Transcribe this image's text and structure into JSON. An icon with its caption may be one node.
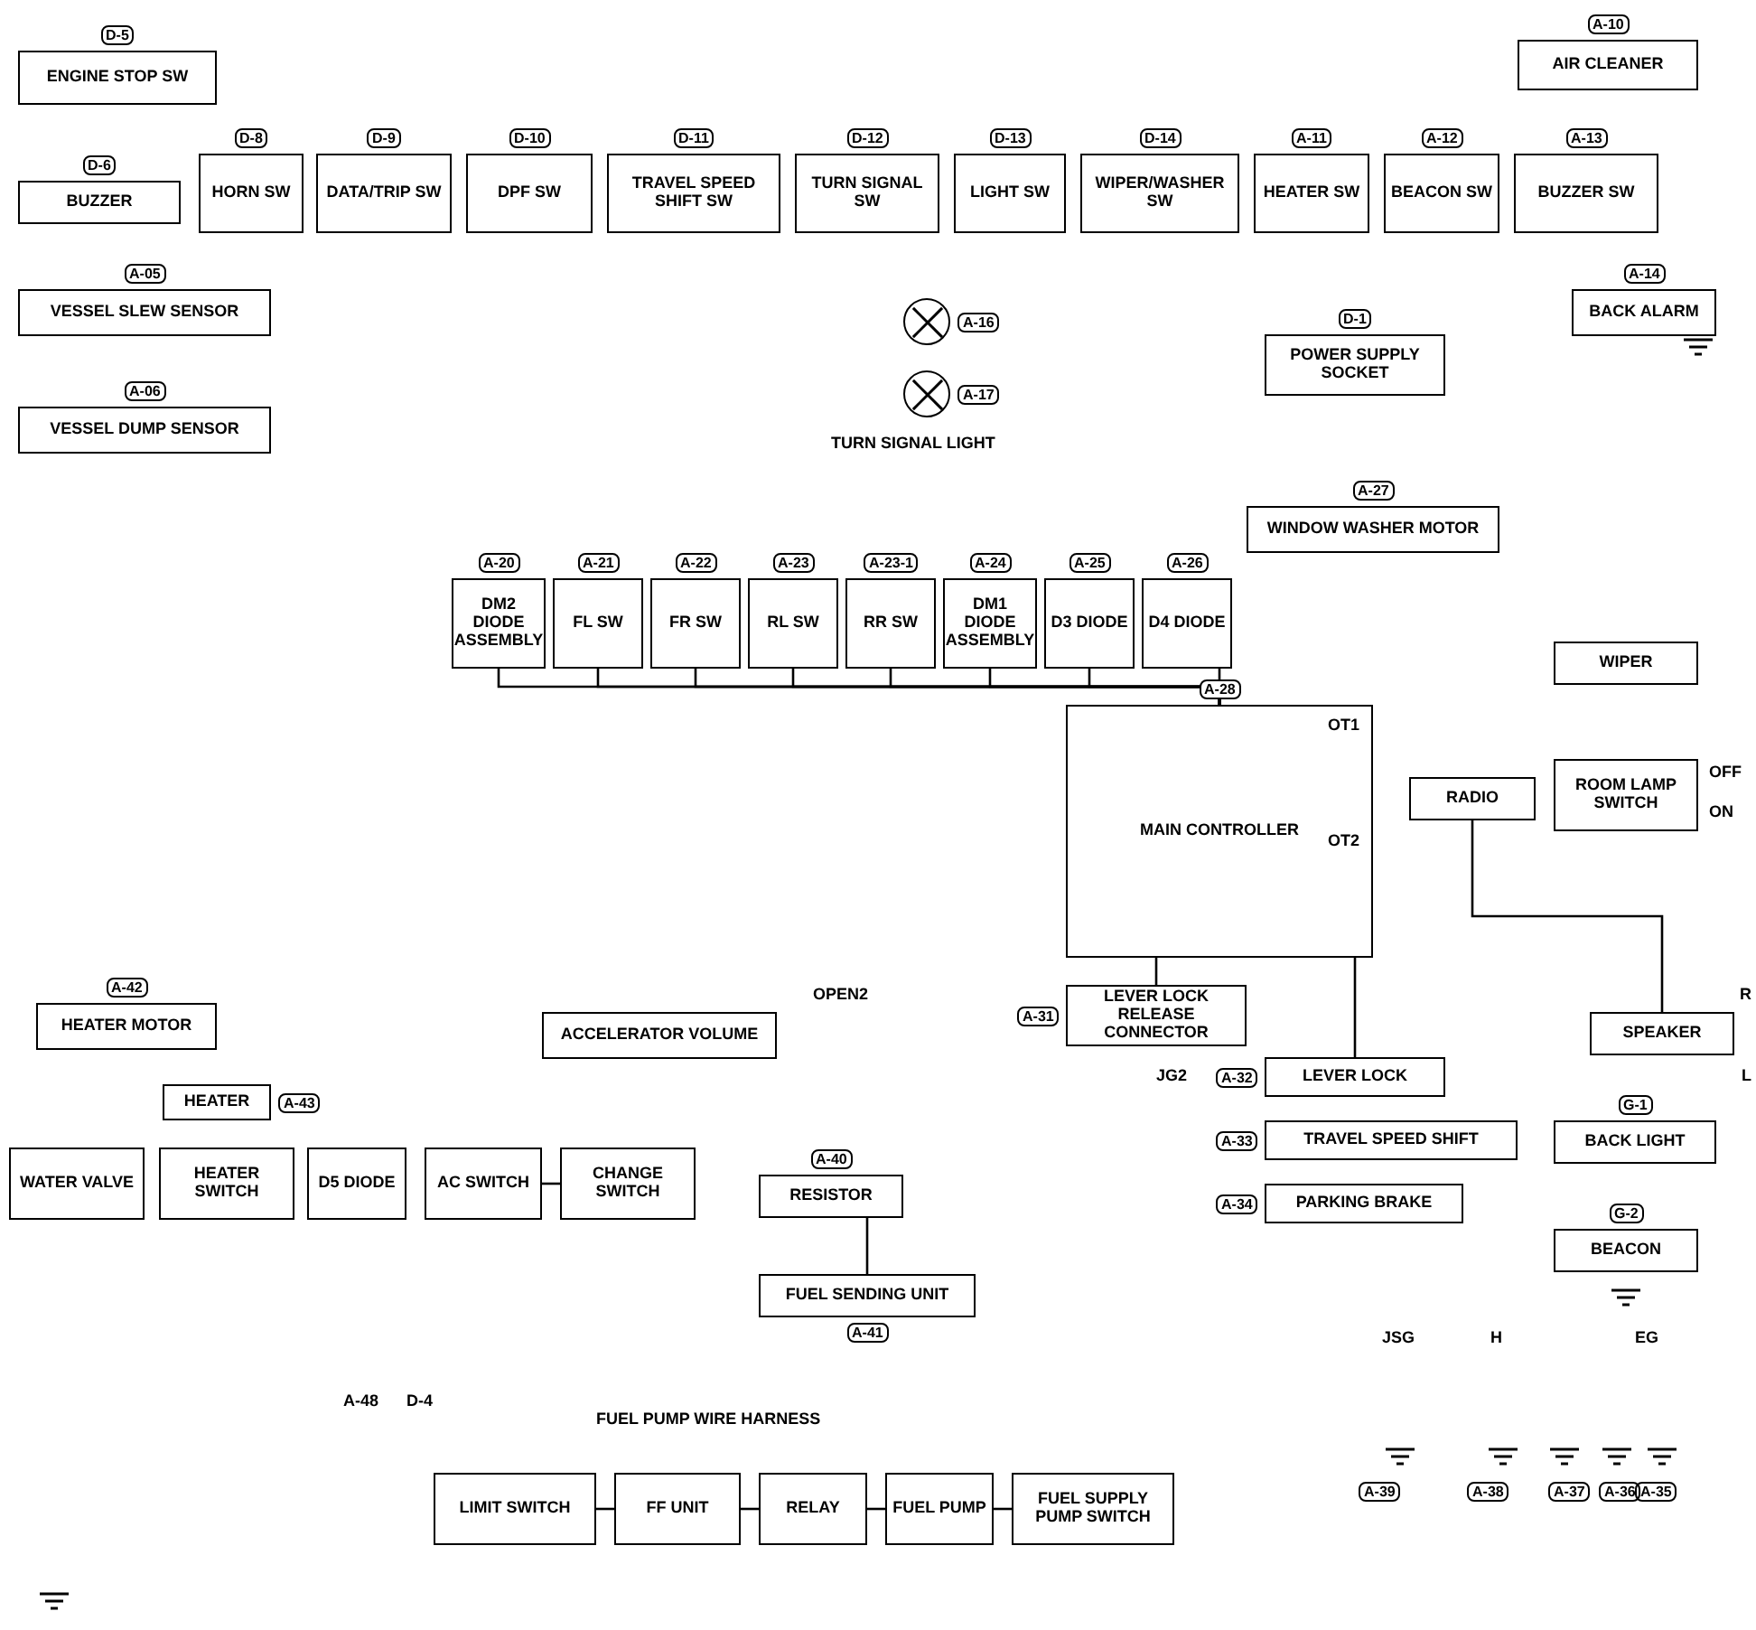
{
  "diagram": {
    "nodes": [
      {
        "text": [
          "ENGINE STOP SW"
        ],
        "beside": [
          "D-5"
        ]
      },
      {
        "text": [
          "BUZZER"
        ],
        "beside": [
          "D-6"
        ]
      },
      {
        "text": [
          "HORN SW"
        ],
        "beside": [
          "D-8"
        ]
      },
      {
        "text": [
          "DATA/TRIP SW"
        ],
        "beside": [
          "D-9"
        ]
      },
      {
        "text": [
          "DPF SW"
        ],
        "beside": [
          "D-10"
        ]
      },
      {
        "text": [
          "TRAVEL SPEED SHIFT SW"
        ],
        "beside": [
          "D-11"
        ]
      },
      {
        "text": [
          "TURN SIGNAL SW"
        ],
        "beside": [
          "D-12"
        ]
      },
      {
        "text": [
          "LIGHT SW"
        ],
        "beside": [
          "D-13"
        ]
      },
      {
        "text": [
          "WIPER/WASHER SW"
        ],
        "beside": [
          "D-14"
        ]
      },
      {
        "text": [
          "HEATER SW"
        ],
        "beside": [
          "A-11"
        ]
      },
      {
        "text": [
          "BEACON SW"
        ],
        "beside": [
          "A-12"
        ]
      },
      {
        "text": [
          "BUZZER SW"
        ],
        "beside": [
          "A-13"
        ]
      },
      {
        "text": [
          "AIR CLEANER"
        ],
        "beside": [
          "A-10"
        ]
      },
      {
        "text": [
          "VESSEL SLEW SENSOR"
        ],
        "beside": [
          "A-05"
        ]
      },
      {
        "text": [
          "VESSEL DUMP SENSOR"
        ],
        "beside": [
          "A-06"
        ]
      },
      {
        "text": [
          "BACK ALARM"
        ],
        "beside": [
          "A-14"
        ]
      },
      {
        "text": [
          "POWER SUPPLY SOCKET"
        ],
        "beside": [
          "D-1"
        ]
      },
      {
        "text": [],
        "shape": "circle",
        "beside": [
          "A-16"
        ]
      },
      {
        "text": [],
        "shape": "circle",
        "beside": [
          "A-17"
        ]
      },
      {
        "text": [
          "WINDOW WASHER MOTOR"
        ],
        "beside": [
          "A-27"
        ]
      },
      {
        "text": [
          "WIPER"
        ]
      },
      {
        "text": [
          "MAIN CONTROLLER"
        ],
        "beside": [
          "A-28"
        ]
      },
      {
        "text": [
          "DM2 DIODE ASSEMBLY"
        ],
        "beside": [
          "A-20"
        ]
      },
      {
        "text": [
          "FL SW"
        ],
        "beside": [
          "A-21"
        ]
      },
      {
        "text": [
          "FR SW"
        ],
        "beside": [
          "A-22"
        ]
      },
      {
        "text": [
          "RL SW"
        ],
        "beside": [
          "A-23"
        ]
      },
      {
        "text": [
          "RR SW"
        ],
        "beside": [
          "A-23-1"
        ]
      },
      {
        "text": [
          "DM1 DIODE ASSEMBLY"
        ],
        "beside": [
          "A-24"
        ]
      },
      {
        "text": [
          "D3 DIODE"
        ],
        "beside": [
          "A-25"
        ]
      },
      {
        "text": [
          "D4 DIODE"
        ],
        "beside": [
          "A-26"
        ]
      },
      {
        "text": [
          "RADIO"
        ]
      },
      {
        "text": [
          "ROOM LAMP SWITCH"
        ]
      },
      {
        "text": [
          "SPEAKER"
        ]
      },
      {
        "text": [
          "LEVER LOCK RELEASE CONNECTOR"
        ],
        "beside": [
          "A-31"
        ]
      },
      {
        "text": [
          "LEVER LOCK"
        ],
        "beside": [
          "A-32"
        ]
      },
      {
        "text": [
          "TRAVEL SPEED SHIFT"
        ],
        "beside": [
          "A-33"
        ]
      },
      {
        "text": [
          "PARKING BRAKE"
        ],
        "beside": [
          "A-34"
        ]
      },
      {
        "text": [
          "BACK LIGHT"
        ],
        "beside": [
          "G-1"
        ]
      },
      {
        "text": [
          "BEACON"
        ],
        "beside": [
          "G-2"
        ]
      },
      {
        "text": [
          "HEATER MOTOR"
        ],
        "beside": [
          "A-42"
        ]
      },
      {
        "text": [
          "HEATER"
        ],
        "beside": [
          "A-43"
        ]
      },
      {
        "text": [
          "WATER VALVE"
        ]
      },
      {
        "text": [
          "HEATER SWITCH"
        ]
      },
      {
        "text": [
          "D5 DIODE"
        ]
      },
      {
        "text": [
          "AC SWITCH"
        ]
      },
      {
        "text": [
          "CHANGE SWITCH"
        ]
      },
      {
        "text": [
          "ACCELERATOR VOLUME"
        ]
      },
      {
        "text": [
          "RESISTOR"
        ],
        "beside": [
          "A-40"
        ]
      },
      {
        "text": [
          "FUEL SENDING UNIT"
        ],
        "beside": [
          "A-41"
        ]
      },
      {
        "text": [
          "LIMIT SWITCH"
        ]
      },
      {
        "text": [
          "FF UNIT"
        ]
      },
      {
        "text": [
          "RELAY"
        ]
      },
      {
        "text": [
          "FUEL PUMP"
        ]
      },
      {
        "text": [
          "FUEL SUPPLY PUMP SWITCH"
        ]
      }
    ],
    "edges": [
      {
        "from": 22,
        "to": 21,
        "arrow": "none"
      },
      {
        "from": 23,
        "to": 21,
        "arrow": "none"
      },
      {
        "from": 24,
        "to": 21,
        "arrow": "none"
      },
      {
        "from": 25,
        "to": 21,
        "arrow": "none"
      },
      {
        "from": 26,
        "to": 21,
        "arrow": "none"
      },
      {
        "from": 27,
        "to": 21,
        "arrow": "none"
      },
      {
        "from": 28,
        "to": 21,
        "arrow": "none"
      },
      {
        "from": 29,
        "to": 21,
        "arrow": "none"
      },
      {
        "from": 21,
        "to": 33,
        "arrow": "none"
      },
      {
        "from": 21,
        "to": 34,
        "arrow": "none"
      },
      {
        "from": 30,
        "to": 32,
        "arrow": "none"
      },
      {
        "from": 44,
        "to": 45,
        "arrow": "none"
      },
      {
        "from": 47,
        "to": 48,
        "arrow": "none"
      },
      {
        "from": 49,
        "to": 50,
        "arrow": "none"
      },
      {
        "from": 50,
        "to": 51,
        "arrow": "none"
      },
      {
        "from": 51,
        "to": 52,
        "arrow": "none"
      },
      {
        "from": 52,
        "to": 53,
        "arrow": "none"
      }
    ],
    "labels": [
      "TURN SIGNAL LIGHT",
      "OT1",
      "OT2",
      "JG2",
      "OPEN2",
      "A-48",
      "D-4",
      "FUEL PUMP WIRE HARNESS",
      "R",
      "L",
      "OFF",
      "ON",
      "JSG",
      "H",
      "EG",
      "A-39",
      "A-38",
      "A-37",
      "A-36",
      "A-35"
    ]
  }
}
